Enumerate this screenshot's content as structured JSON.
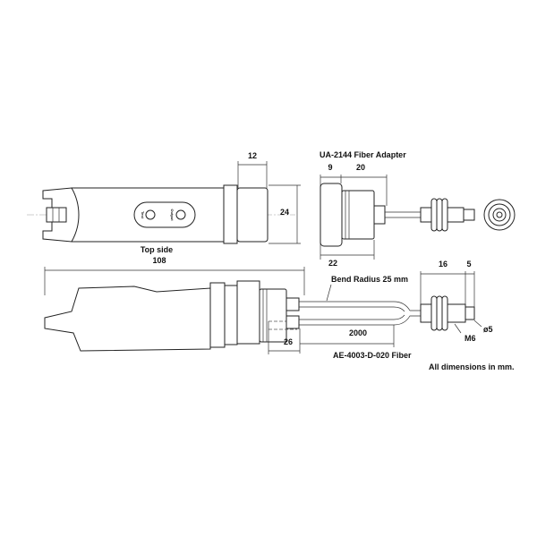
{
  "top_view": {
    "caption": "Top side",
    "button_labels": [
      "Test",
      "Output"
    ],
    "dim_cap_length": "12",
    "dim_diameter": "24"
  },
  "overall_length": "108",
  "adapter": {
    "title": "UA-2144 Fiber Adapter",
    "dim_flange": "9",
    "dim_body": "20",
    "dim_width": "22"
  },
  "fiber": {
    "bend_radius": "Bend Radius 25 mm",
    "length": "2000",
    "insert_depth": "26",
    "part_number": "AE-4003-D-020 Fiber",
    "dim_connector": "16",
    "dim_tip": "5",
    "thread": "M6",
    "tip_diameter": "ø5"
  },
  "note": "All dimensions in mm."
}
